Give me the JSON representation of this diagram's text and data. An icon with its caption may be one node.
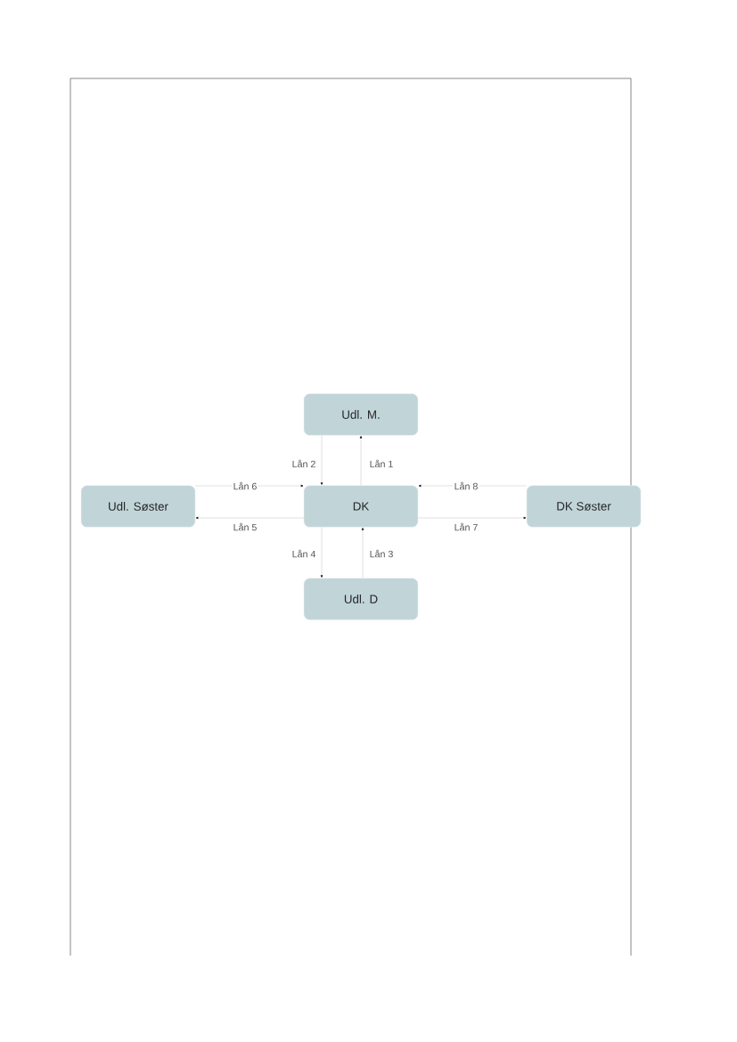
{
  "diagram": {
    "nodes": [
      {
        "text": [
          "Udl. M."
        ]
      },
      {
        "text": [
          "Udl. Søster"
        ]
      },
      {
        "text": [
          "DK"
        ]
      },
      {
        "text": [
          "DK Søster"
        ]
      },
      {
        "text": [
          "Udl. D"
        ]
      }
    ],
    "edges": [
      {
        "from": 2,
        "to": 0,
        "arrow": "to",
        "label": "Lån 1"
      },
      {
        "from": 0,
        "to": 2,
        "arrow": "to",
        "label": "Lån 2"
      },
      {
        "from": 4,
        "to": 2,
        "arrow": "to",
        "label": "Lån 3"
      },
      {
        "from": 2,
        "to": 4,
        "arrow": "to",
        "label": "Lån 4"
      },
      {
        "from": 2,
        "to": 1,
        "arrow": "to",
        "label": "Lån 5"
      },
      {
        "from": 1,
        "to": 2,
        "arrow": "to",
        "label": "Lån 6"
      },
      {
        "from": 2,
        "to": 3,
        "arrow": "to",
        "label": "Lån 7"
      },
      {
        "from": 3,
        "to": 2,
        "arrow": "to",
        "label": "Lån 8"
      }
    ]
  }
}
